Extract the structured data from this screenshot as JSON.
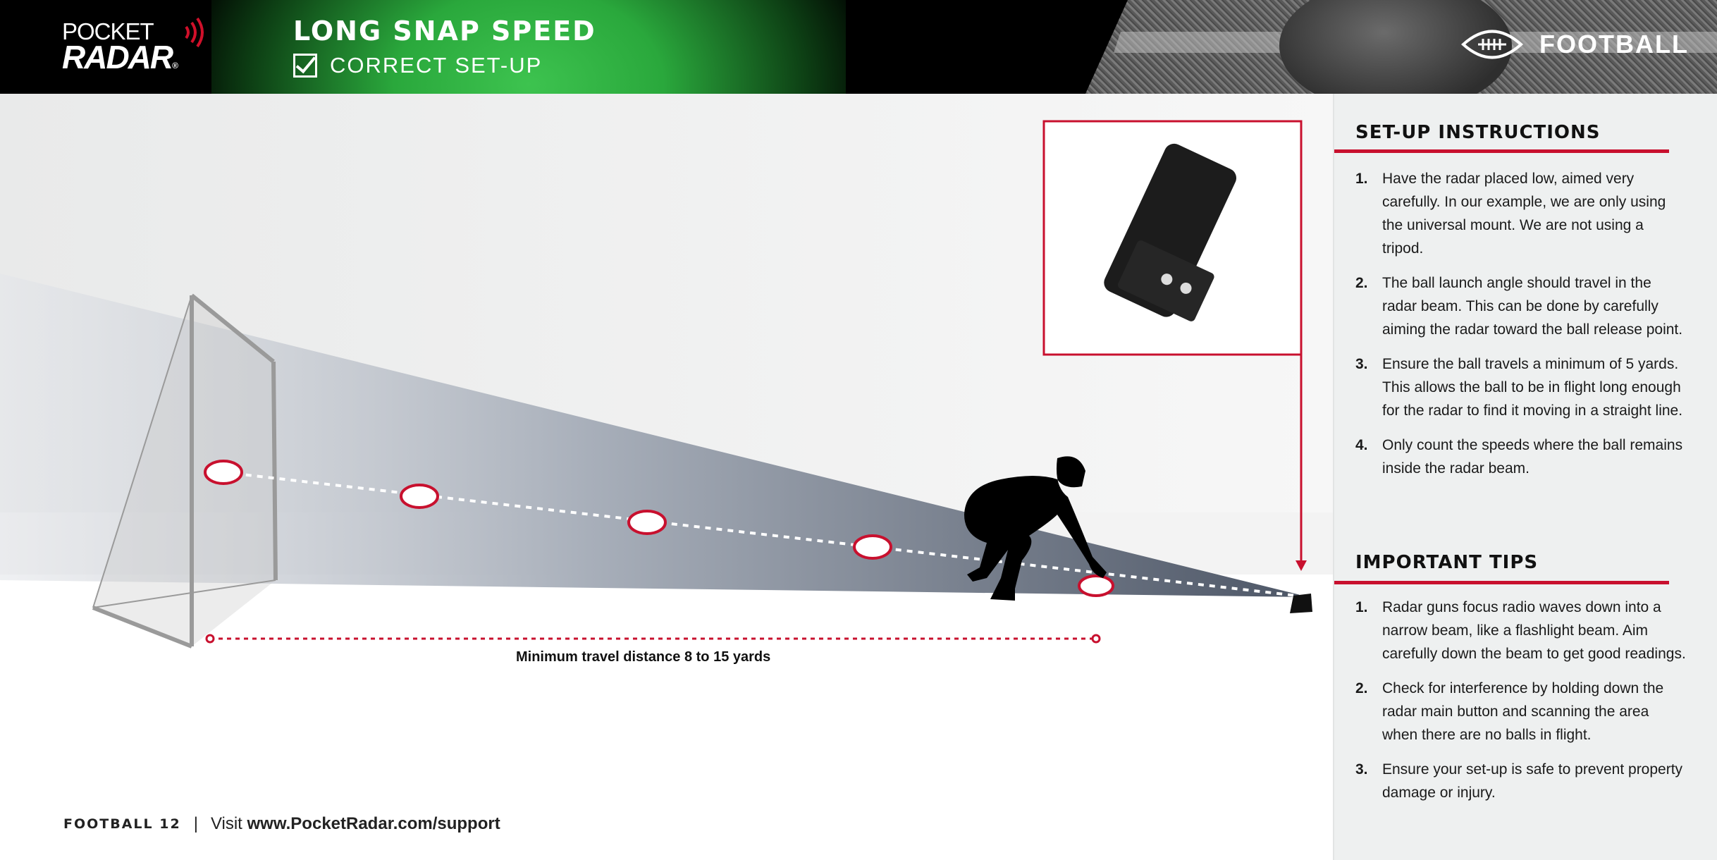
{
  "header": {
    "logo_top": "POCKET",
    "logo_bottom": "RADAR",
    "logo_mark": "®",
    "title": "LONG SNAP SPEED",
    "subtitle": "CORRECT SET-UP",
    "sport": "FOOTBALL",
    "sport_icon": "football-icon",
    "check_icon": "checkbox-checked-icon"
  },
  "diagram": {
    "distance_label": "Minimum travel distance 8 to 15 yards"
  },
  "setup": {
    "title": "SET-UP INSTRUCTIONS",
    "items": [
      {
        "num": "1.",
        "text": "Have the radar placed low, aimed very carefully. In our example, we are only using the universal mount. We are not using a tripod."
      },
      {
        "num": "2.",
        "text": "The ball launch angle should travel in the radar beam. This can be done by carefully aiming the radar toward the ball release point."
      },
      {
        "num": "3.",
        "text": "Ensure the ball travels a minimum of 5 yards. This allows the ball to be in flight long enough for the radar to find it moving in a straight line."
      },
      {
        "num": "4.",
        "text": "Only count the speeds where the ball remains inside the radar beam."
      }
    ]
  },
  "tips": {
    "title": "IMPORTANT TIPS",
    "items": [
      {
        "num": "1.",
        "text": "Radar guns focus radio waves down into a narrow beam, like a flashlight beam. Aim carefully down the beam to get good readings."
      },
      {
        "num": "2.",
        "text": "Check for interference by holding down the radar main button and scanning the area when there are no balls in flight."
      },
      {
        "num": "3.",
        "text": "Ensure your set-up is safe to prevent property damage or injury."
      }
    ]
  },
  "footer": {
    "page": "FOOTBALL 12",
    "separator": "|",
    "visit": "Visit",
    "url": "www.PocketRadar.com/support"
  },
  "colors": {
    "accent": "#c8102e",
    "green": "#3dc34f"
  }
}
